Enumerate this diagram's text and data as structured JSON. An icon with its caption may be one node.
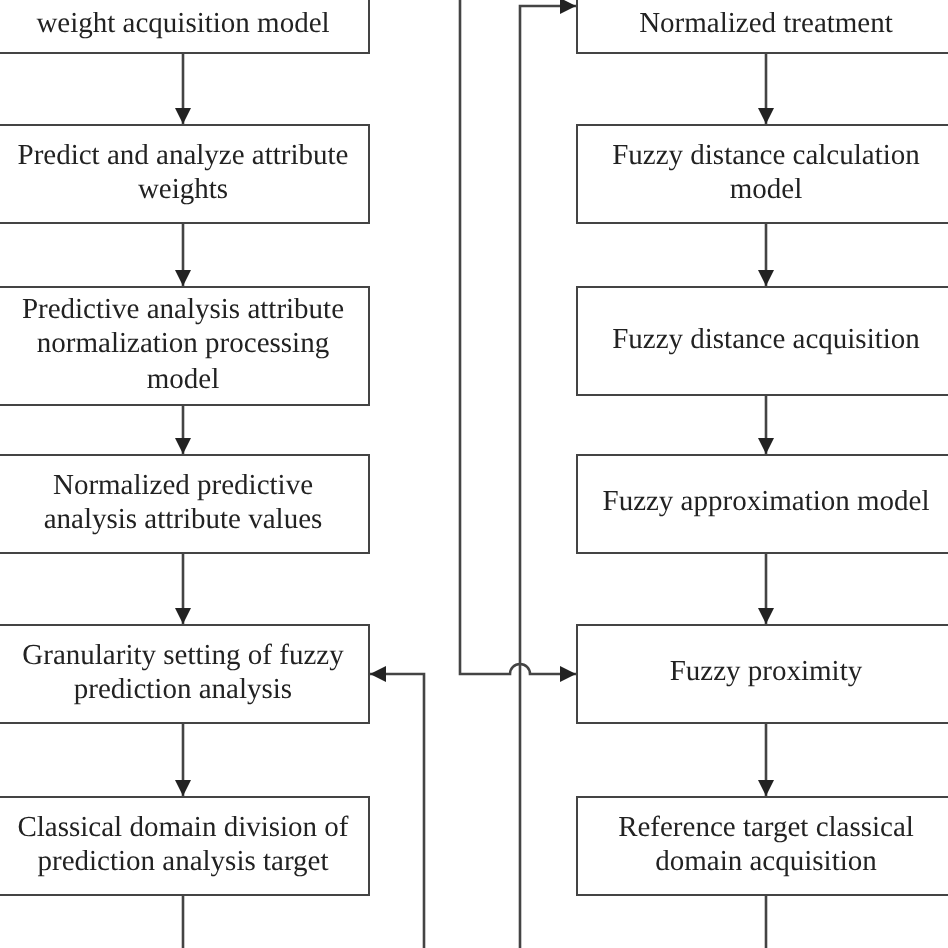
{
  "diagram": {
    "nodes": [
      {
        "text": [
          "weight acquisition model"
        ]
      },
      {
        "text": [
          "Predict and analyze attribute weights"
        ]
      },
      {
        "text": [
          "Predictive analysis attribute normalization processing model"
        ]
      },
      {
        "text": [
          "Normalized predictive analysis attribute values"
        ]
      },
      {
        "text": [
          "Granularity setting of fuzzy prediction analysis"
        ]
      },
      {
        "text": [
          "Classical domain division of prediction analysis target"
        ]
      },
      {
        "text": [
          "Normalized treatment"
        ]
      },
      {
        "text": [
          "Fuzzy distance calculation model"
        ]
      },
      {
        "text": [
          "Fuzzy distance acquisition"
        ]
      },
      {
        "text": [
          "Fuzzy approximation model"
        ]
      },
      {
        "text": [
          "Fuzzy proximity"
        ]
      },
      {
        "text": [
          "Reference target classical domain acquisition"
        ]
      }
    ],
    "edges": [
      {
        "from": 0,
        "to": 1,
        "arrow": "to"
      },
      {
        "from": 1,
        "to": 2,
        "arrow": "to"
      },
      {
        "from": 2,
        "to": 3,
        "arrow": "to"
      },
      {
        "from": 3,
        "to": 4,
        "arrow": "to"
      },
      {
        "from": 4,
        "to": 5,
        "arrow": "to"
      },
      {
        "from": 6,
        "to": 7,
        "arrow": "to"
      },
      {
        "from": 7,
        "to": 8,
        "arrow": "to"
      },
      {
        "from": 8,
        "to": 9,
        "arrow": "to"
      },
      {
        "from": 9,
        "to": 10,
        "arrow": "to"
      },
      {
        "from": 10,
        "to": 11,
        "arrow": "to"
      },
      {
        "from": 5,
        "to": null,
        "arrow": "none"
      },
      {
        "from": 11,
        "to": null,
        "arrow": "none"
      },
      {
        "from": null,
        "to": 4,
        "arrow": "to"
      },
      {
        "from": null,
        "to": 10,
        "arrow": "to"
      },
      {
        "from": null,
        "to": 6,
        "arrow": "to"
      }
    ]
  }
}
